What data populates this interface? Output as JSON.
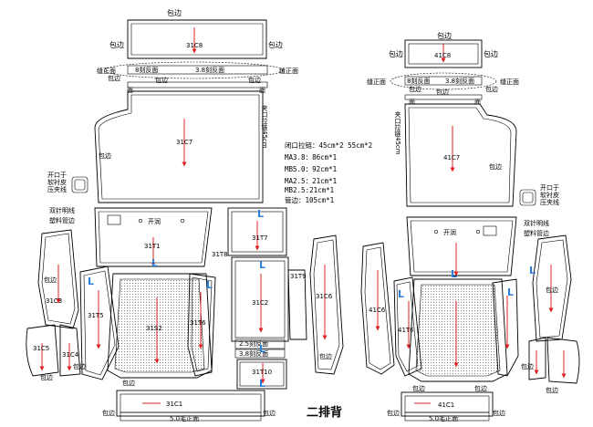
{
  "title": "二排背",
  "labels": {
    "baobian": "包边",
    "fengzhengmian": "缝正面",
    "chunfanmian_8": "8刻反面",
    "chunfanmian_3": "3.8刻反面",
    "mian": "面",
    "kaikou": "开口",
    "kaishu": "开润",
    "open_note_left": "开口于\n软衬皮\n压夹线",
    "double_needle": "双针明线",
    "plastic_tube": "塑料管边",
    "vertical_zip_label": "夹口拉链45cm",
    "wumaomian": "5.0毛正面",
    "face_label_25": "2.5刻反面",
    "face_label_38b": "3.8刻反面"
  },
  "notes": [
    "闭口拉链：45cm*2   55cm*2",
    "MA3.8：86cm*1",
    "MB5.0：92cm*1",
    "MA2.5：21cm*1",
    "MB2.5:21cm*1",
    "管边：105cm*1"
  ],
  "parts_left": [
    "31C8",
    "31C7",
    "31T1",
    "31T7",
    "31T8",
    "31C5",
    "31T5",
    "31S2",
    "31T6",
    "31C2",
    "31T9",
    "31C6",
    "31C3",
    "31C4",
    "31T10",
    "31C1"
  ],
  "parts_right": [
    "41C8",
    "41C7",
    "41C6",
    "41T6",
    "41C1"
  ],
  "blue_mark": "L"
}
